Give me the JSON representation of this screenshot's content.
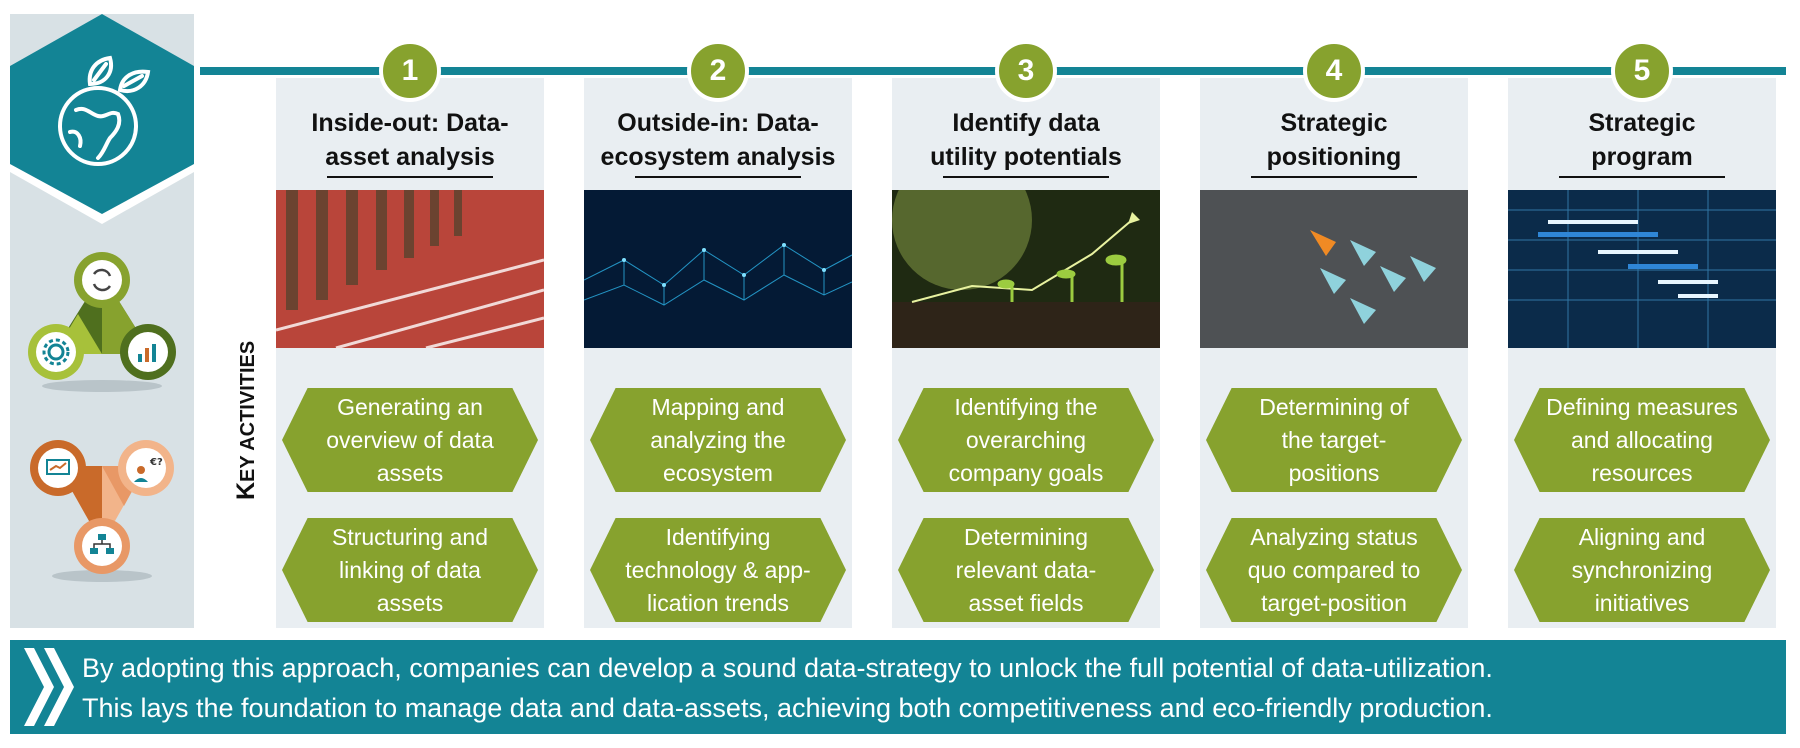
{
  "steps": [
    {
      "number": "1",
      "title": "Inside-out: Data-\nasset analysis",
      "activities": [
        "Generating an\noverview of data\nassets",
        "Structuring and\nlinking of data\nassets"
      ]
    },
    {
      "number": "2",
      "title": "Outside-in: Data-\necosystem analysis",
      "activities": [
        "Mapping and\nanalyzing the\necosystem",
        "Identifying\ntechnology & app-\nlication trends"
      ]
    },
    {
      "number": "3",
      "title": "Identify data\nutility potentials",
      "activities": [
        "Identifying the\noverarching\ncompany goals",
        "Determining\nrelevant data-\nasset fields"
      ]
    },
    {
      "number": "4",
      "title": "Strategic\npositioning",
      "activities": [
        "Determining of\nthe target-\npositions",
        "Analyzing status\nquo compared to\ntarget-position"
      ]
    },
    {
      "number": "5",
      "title": "Strategic\nprogram",
      "activities": [
        "Defining measures\nand allocating\nresources",
        "Aligning and\nsynchronizing\ninitiatives"
      ]
    }
  ],
  "key_activities": {
    "first": "K",
    "rest": "EY ACTIVITIES"
  },
  "banner": {
    "text": "By adopting this approach, companies can develop a sound data-strategy to unlock the full potential of data-utilization.\nThis lays the foundation to manage data and data-assets, achieving both competitiveness and eco-friendly production."
  },
  "icons": {
    "hexagon": "eco-globe-leaves-icon",
    "cycle_green": [
      "process-cycle-icon",
      "gear-settings-icon",
      "chart-analytics-icon"
    ],
    "cycle_orange": [
      "presentation-board-icon",
      "euro-businessperson-icon",
      "network-blocks-icon"
    ]
  },
  "colors": {
    "teal": "#138495",
    "green": "#87a22e",
    "orange": "#c96a2a",
    "panel": "#d8e1e5",
    "column": "#e9eef2"
  }
}
